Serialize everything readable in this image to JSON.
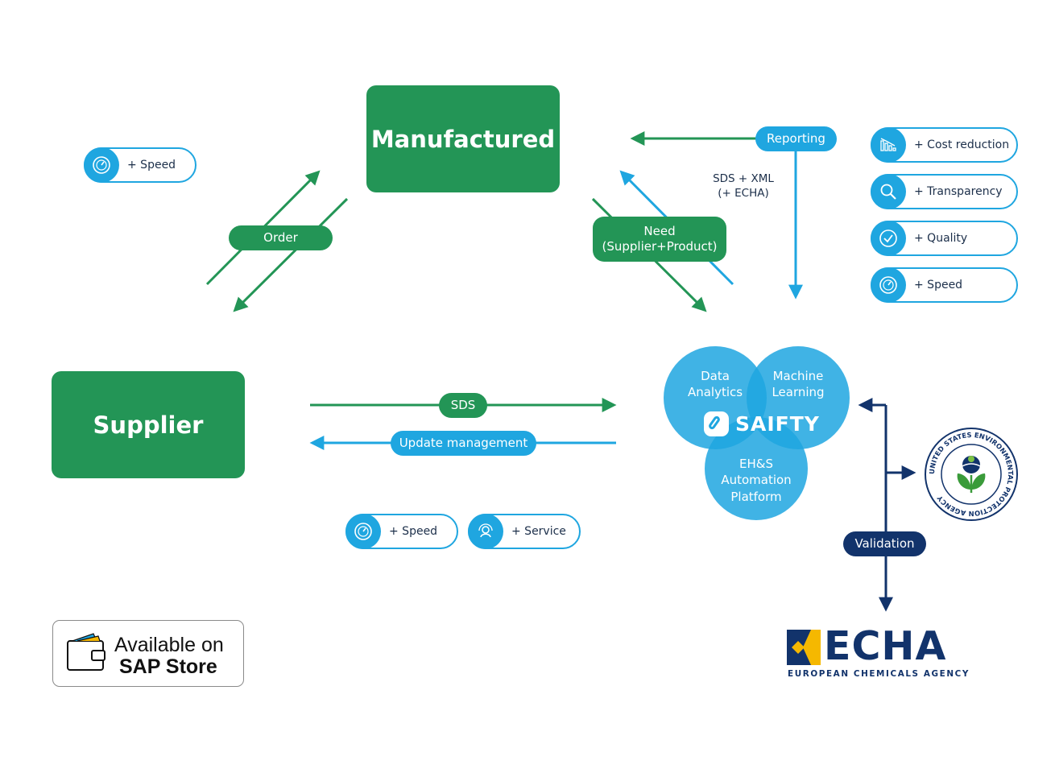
{
  "nodes": {
    "manufactured": "Manufactured",
    "supplier": "Supplier"
  },
  "flows": {
    "order": "Order",
    "need": "Need\n(Supplier+Product)",
    "reporting": "Reporting",
    "sds_xml": "SDS + XML\n(+ ECHA)",
    "sds": "SDS",
    "update_management": "Update management",
    "validation": "Validation"
  },
  "platform": {
    "data_analytics": "Data\nAnalytics",
    "machine_learning": "Machine\nLearning",
    "eh_s": "EH&S\nAutomation\nPlatform",
    "brand": "SAIFTY"
  },
  "benefits": {
    "top_left_speed": {
      "label": "+ Speed",
      "icon": "speedometer-icon"
    },
    "right": [
      {
        "label": "+ Cost reduction",
        "icon": "chart-down-icon"
      },
      {
        "label": "+ Transparency",
        "icon": "magnifier-icon"
      },
      {
        "label": "+ Quality",
        "icon": "check-badge-icon"
      },
      {
        "label": "+ Speed",
        "icon": "speedometer-icon"
      }
    ],
    "bottom": [
      {
        "label": "+ Speed",
        "icon": "speedometer-icon"
      },
      {
        "label": "+ Service",
        "icon": "support-person-icon"
      }
    ]
  },
  "epa_seal": {
    "text": "UNITED STATES ENVIRONMENTAL PROTECTION AGENCY"
  },
  "echa": {
    "acronym": "ECHA",
    "name": "EUROPEAN CHEMICALS AGENCY"
  },
  "sap_store": {
    "line1": "Available on",
    "line2": "SAP Store"
  },
  "colors": {
    "green": "#239556",
    "blue": "#1fa6e0",
    "navy": "#12336b",
    "text": "#1c2f4a"
  }
}
